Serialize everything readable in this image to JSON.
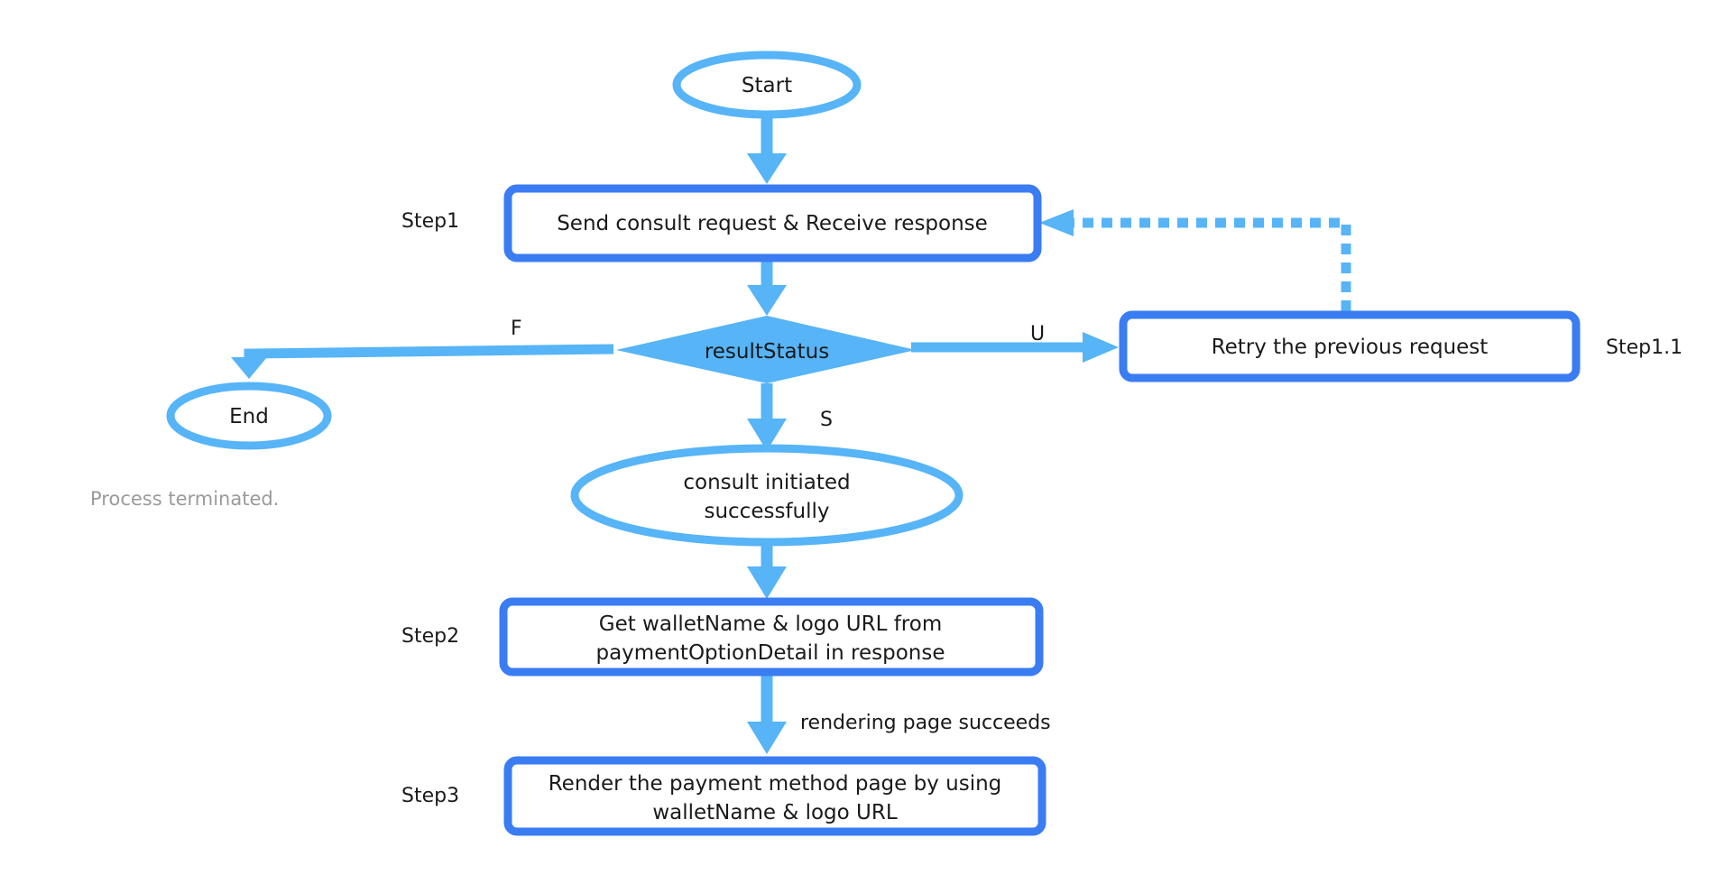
{
  "colors": {
    "light_blue": "#56b4f7",
    "box_blue": "#3a7cf2",
    "text": "#1a1a1a",
    "note": "#9a9a9a"
  },
  "nodes": {
    "start": "Start",
    "step1_box": "Send consult request & Receive response",
    "decision": "resultStatus",
    "retry_box": "Retry the previous request",
    "end": "End",
    "success_line1": "consult initiated",
    "success_line2": "successfully",
    "step2_line1": "Get walletName & logo URL from",
    "step2_line2": "paymentOptionDetail in response",
    "step3_line1": "Render the payment method page by using",
    "step3_line2": "walletName & logo URL"
  },
  "labels": {
    "step1": "Step1",
    "step1_1": "Step1.1",
    "step2": "Step2",
    "step3": "Step3",
    "branch_f": "F",
    "branch_u": "U",
    "branch_s": "S",
    "rendering": "rendering page succeeds",
    "terminated": "Process terminated."
  }
}
